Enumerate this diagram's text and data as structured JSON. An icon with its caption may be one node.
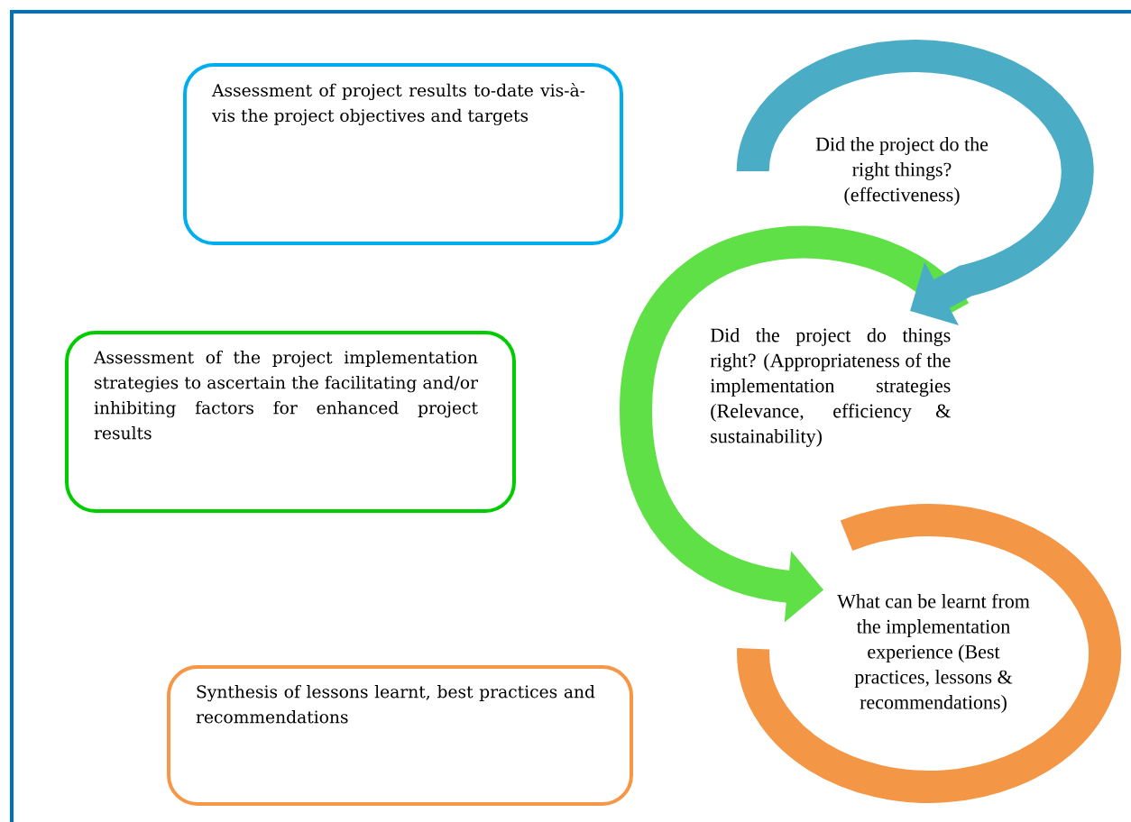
{
  "diagram": {
    "nodes": [
      {
        "text": [
          "Assessment of project results to-date vis-à-vis the project objectives and targets"
        ]
      },
      {
        "text": [
          "Assessment of the project implementation strategies to ascertain the facilitating and/or inhibiting factors for enhanced project results"
        ]
      },
      {
        "text": [
          "Synthesis of lessons learnt, best practices and recommendations"
        ]
      },
      {
        "text": [
          "Did the project do the right things? (effectiveness)"
        ]
      },
      {
        "text": [
          "Did the project do things right? (Appropriateness of the implementation strategies (Relevance, efficiency & sustainability)"
        ]
      },
      {
        "text": [
          "What can be learnt from the implementation experience (Best practices, lessons & recommendations)"
        ]
      }
    ],
    "edges": [
      {
        "from": 3,
        "to": 4,
        "arrow": "to",
        "color": "#4bacc6"
      },
      {
        "from": 4,
        "to": 5,
        "arrow": "to",
        "color": "#5fe046"
      }
    ]
  }
}
